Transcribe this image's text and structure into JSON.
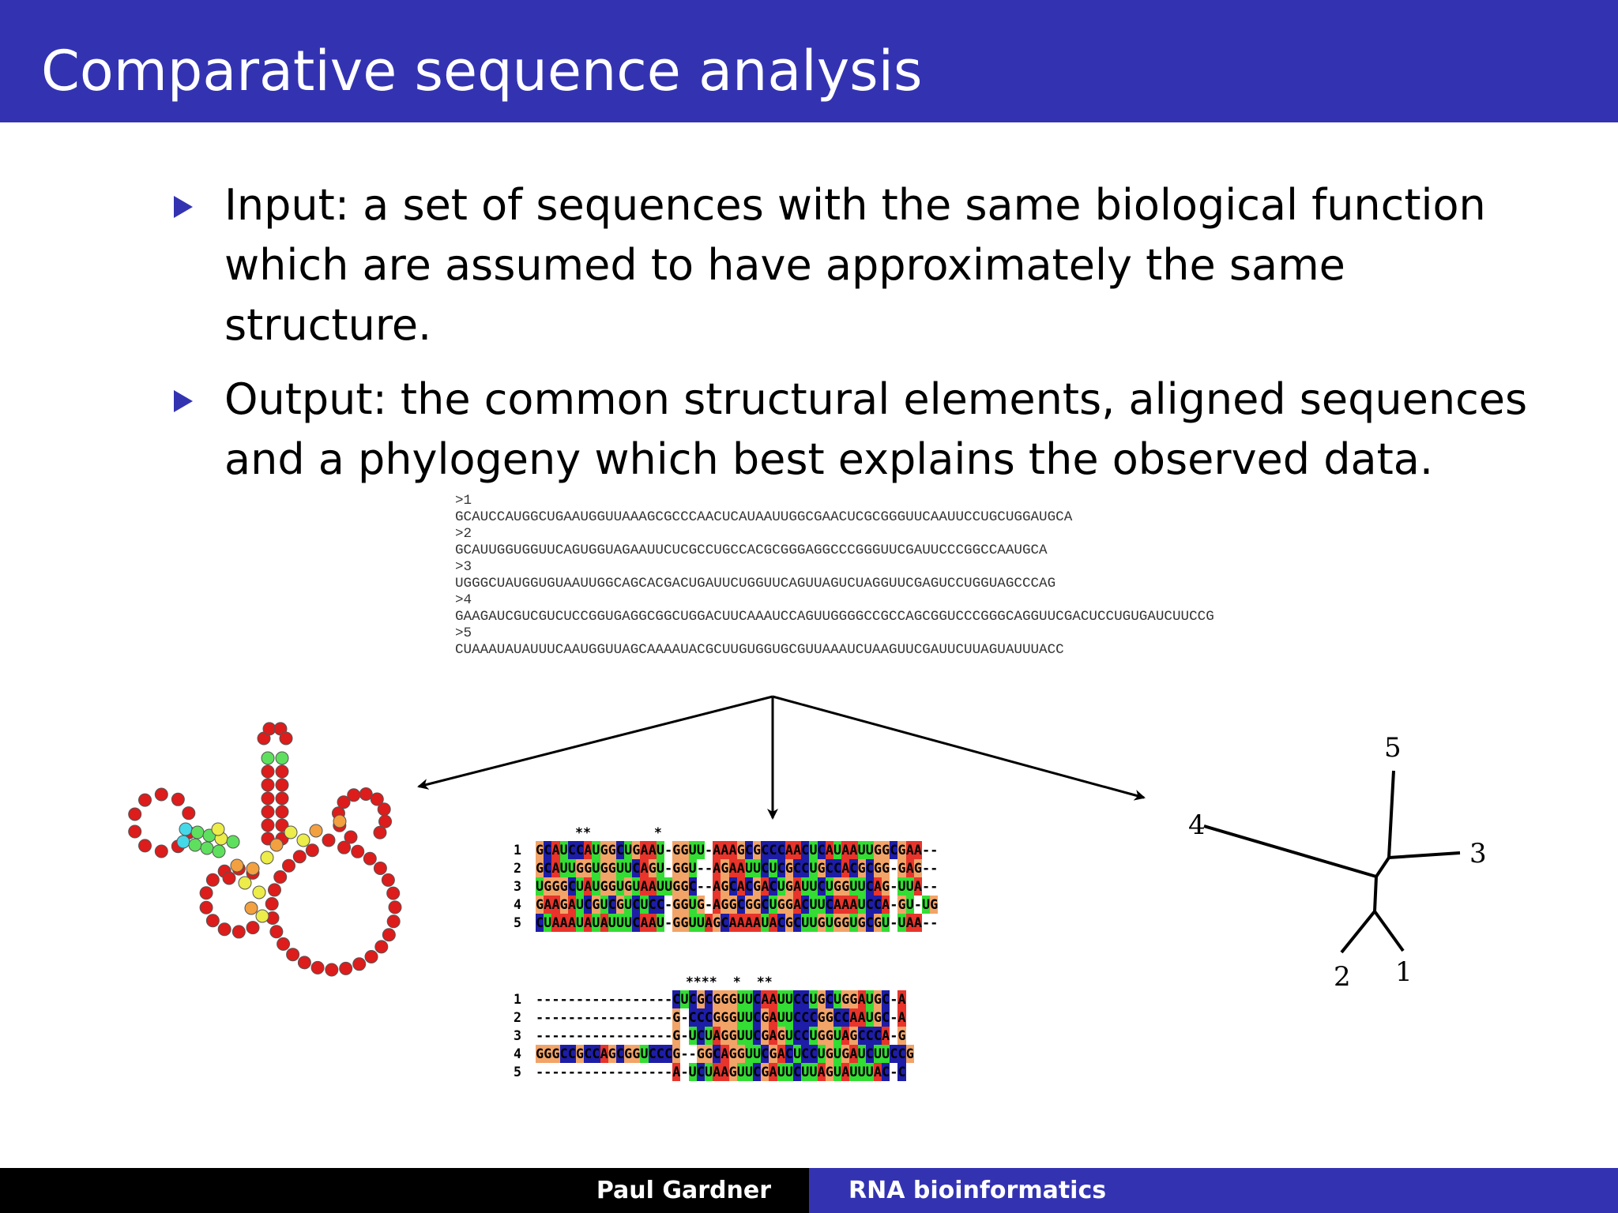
{
  "slide": {
    "title": "Comparative sequence analysis",
    "bullets": [
      "Input: a set of sequences with the same biological function which are assumed to have approximately the same structure.",
      "Output: the common structural elements, aligned sequences and a phylogeny which best explains the observed data."
    ]
  },
  "fasta": [
    ">1",
    "GCAUCCAUGGCUGAAUGGUUAAAGCGCCCAACUCAUAAUUGGCGAACUCGCGGGUUCAAUUCCUGCUGGAUGCA",
    ">2",
    "GCAUUGGUGGUUCAGUGGUAGAAUUCUCGCCUGCCACGCGGGAGGCCCGGGUUCGAUUCCCGGCCAAUGCA",
    ">3",
    "UGGGCUAUGGUGUAAUUGGCAGCACGACUGAUUCUGGUUCAGUUAGUCUAGGUUCGAGUCCUGGUAGCCCAG",
    ">4",
    "GAAGAUCGUCGUCUCCGGUGAGGCGGCUGGACUUCAAAUCCAGUUGGGGCCGCCAGCGGUCCCGGGCAGGUUCGACUCCUGUGAUCUUCCG",
    ">5",
    "CUAAAUAUAUUUCAAUGGUUAGCAAAAUACGCUUGUGGUGCGUUAAAUCUAAGUUCGAUUCUUAGUAUUUACC"
  ],
  "alignment_top": {
    "stars": "     **        *       ",
    "rows": [
      {
        "num": "1",
        "seq": "GCAUCCAUGGCUGAAU-GGUU-AAAGCGCCCAACUCAUAAUUGGCGAA--"
      },
      {
        "num": "2",
        "seq": "GCAUUGGUGGUUCAGU-GGU--AGAAUUCUCGCCUGCCACGCGG-GAG--"
      },
      {
        "num": "3",
        "seq": "UGGGCUAUGGUGUAAUUGGC--AGCACGACUGAUUCUGGUUCAG-UUA--"
      },
      {
        "num": "4",
        "seq": "GAAGAUCGUCGUCUCC-GGUG-AGGCGGCUGGACUUCAAAUCCA-GU-UG"
      },
      {
        "num": "5",
        "seq": "CUAAAUAUAUUUCAAU-GGUUAGCAAAAUACGCUUGUGGUGCGU-UAA--"
      }
    ]
  },
  "alignment_bottom": {
    "stars": "                   ****  *  **   ",
    "rows": [
      {
        "num": "1",
        "seq": "-----------------CUCGCGGGUUCAAUUCCUGCUGGAUGC-A"
      },
      {
        "num": "2",
        "seq": "-----------------G-CCCGGGUUCGAUUCCCGGCCAAUGC-A"
      },
      {
        "num": "3",
        "seq": "-----------------G-UCUAGGUUCGAGUCCUGGUAGCCCA-G"
      },
      {
        "num": "4",
        "seq": "GGGCCGCCAGCGGUCCCG--GGCAGGUUCGACUCCUGUGAUCUUCCG"
      },
      {
        "num": "5",
        "seq": "-----------------A-UCUAAGUUCGAUUCUUAGUAUUUAC-C"
      }
    ]
  },
  "tree": {
    "labels": [
      "1",
      "2",
      "3",
      "4",
      "5"
    ]
  },
  "footer": {
    "author": "Paul Gardner",
    "course": "RNA bioinformatics"
  },
  "colors": {
    "A": "#e8342b",
    "C": "#1d1da8",
    "G": "#f2a468",
    "U": "#33dd33",
    "theme": "#3333b2"
  }
}
